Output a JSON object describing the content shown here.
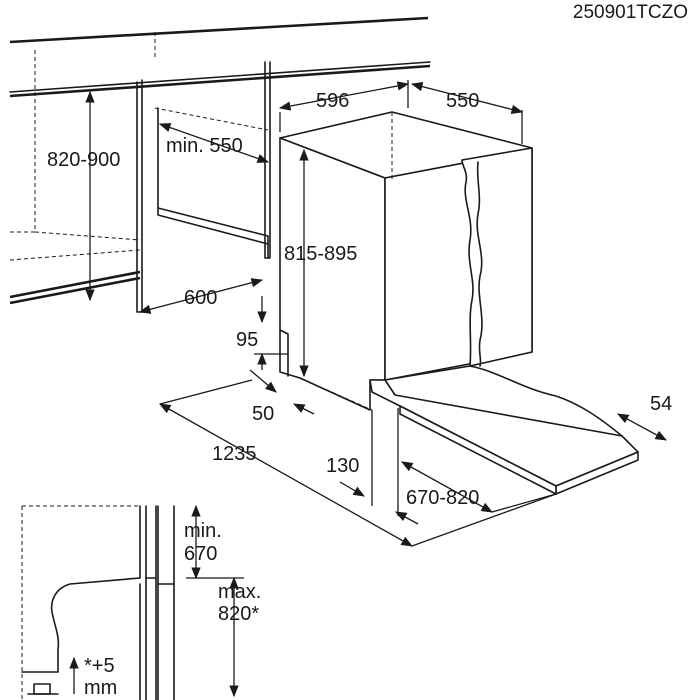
{
  "product_code": "250901TCZO",
  "dimensions": {
    "niche_height": "820-900",
    "niche_depth_min": "min. 550",
    "niche_width": "600",
    "appliance_width": "596",
    "appliance_depth": "550",
    "appliance_height": "815-895",
    "plinth_height": "95",
    "plinth_depth": "50",
    "total_depth_door_open": "1235",
    "door_gap": "130",
    "door_projection": "670-820",
    "door_adjust": "54"
  },
  "detail": {
    "min_line1": "min.",
    "min_line2": "670",
    "max_line1": "max.",
    "max_line2": "820*",
    "foot_line1": "*+5",
    "foot_line2": "mm"
  }
}
